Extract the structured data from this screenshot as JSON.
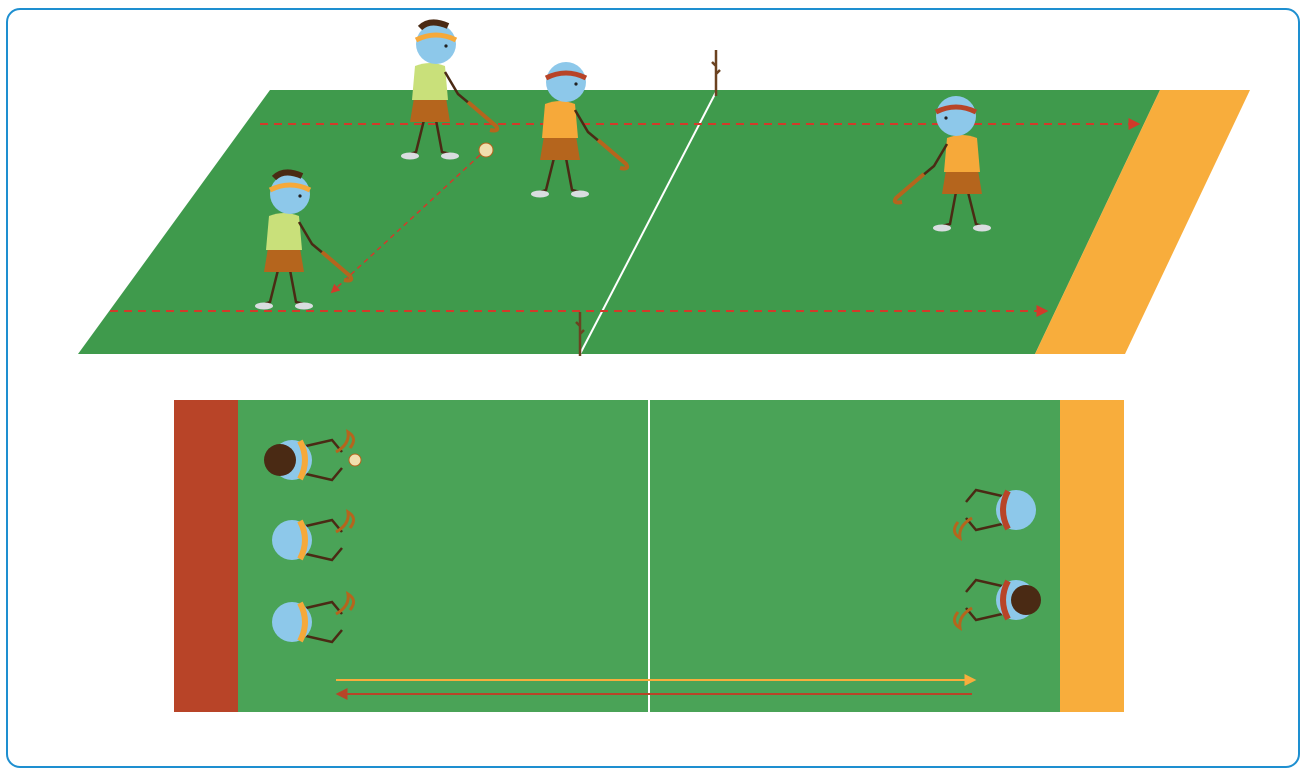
{
  "colors": {
    "frame": "#1e8fd0",
    "field": "#4aa357",
    "field_perspective": "#3f9a4c",
    "end_zone_home": "#b84428",
    "end_zone_away": "#f8ad3c",
    "center_line": "#ffffff",
    "run_path": "#d23a2a",
    "pass_path": "#d23a2a",
    "arrow_forward": "#f8ad3c",
    "arrow_back": "#b84428",
    "skin": "#8dc8ea",
    "stick": "#b5651d",
    "shirt_team_a": "#c9e07a",
    "shirt_team_b": "#f6a93a",
    "skirt": "#b5651d",
    "hair": "#4a2a14"
  },
  "scenes": [
    {
      "view": "perspective",
      "objects": [
        "player-team-a",
        "player-team-a",
        "player-team-b",
        "player-team-b",
        "ball",
        "goal-post",
        "goal-post"
      ]
    },
    {
      "view": "top-down",
      "objects": [
        "player-team-a",
        "player-team-a",
        "player-team-a",
        "player-team-b",
        "player-team-b",
        "ball"
      ]
    }
  ]
}
